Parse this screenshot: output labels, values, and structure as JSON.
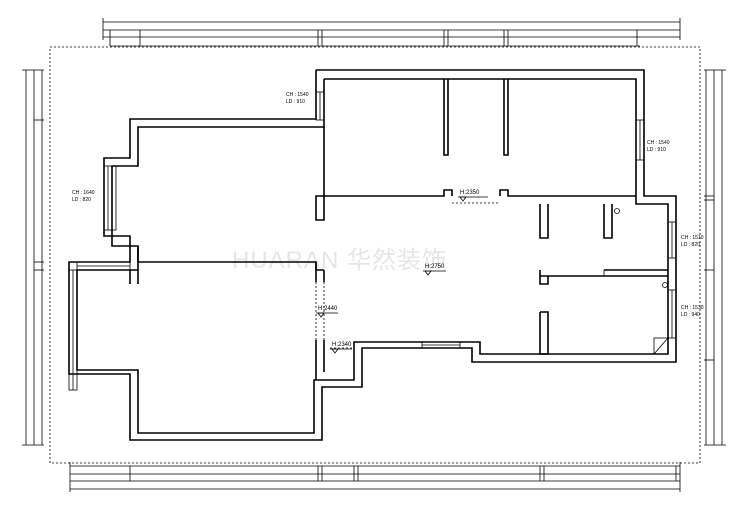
{
  "watermark": "HUARAN 华然装饰",
  "window_tags": [
    {
      "ch": "CH : 1540",
      "ld": "LD : 910"
    },
    {
      "ch": "CH : 1640",
      "ld": "LD : 820"
    },
    {
      "ch": "CH : 1540",
      "ld": "LD : 910"
    },
    {
      "ch": "CH : 1510",
      "ld": "LD : 820"
    },
    {
      "ch": "CH : 1530",
      "ld": "LD : 940"
    }
  ],
  "heights": [
    {
      "label": "H:2350"
    },
    {
      "label": "H:2750"
    },
    {
      "label": "H:2440"
    },
    {
      "label": "H:2340"
    }
  ],
  "colors": {
    "line": "#000000",
    "watermark": "#e6e6e6",
    "background": "#ffffff"
  }
}
